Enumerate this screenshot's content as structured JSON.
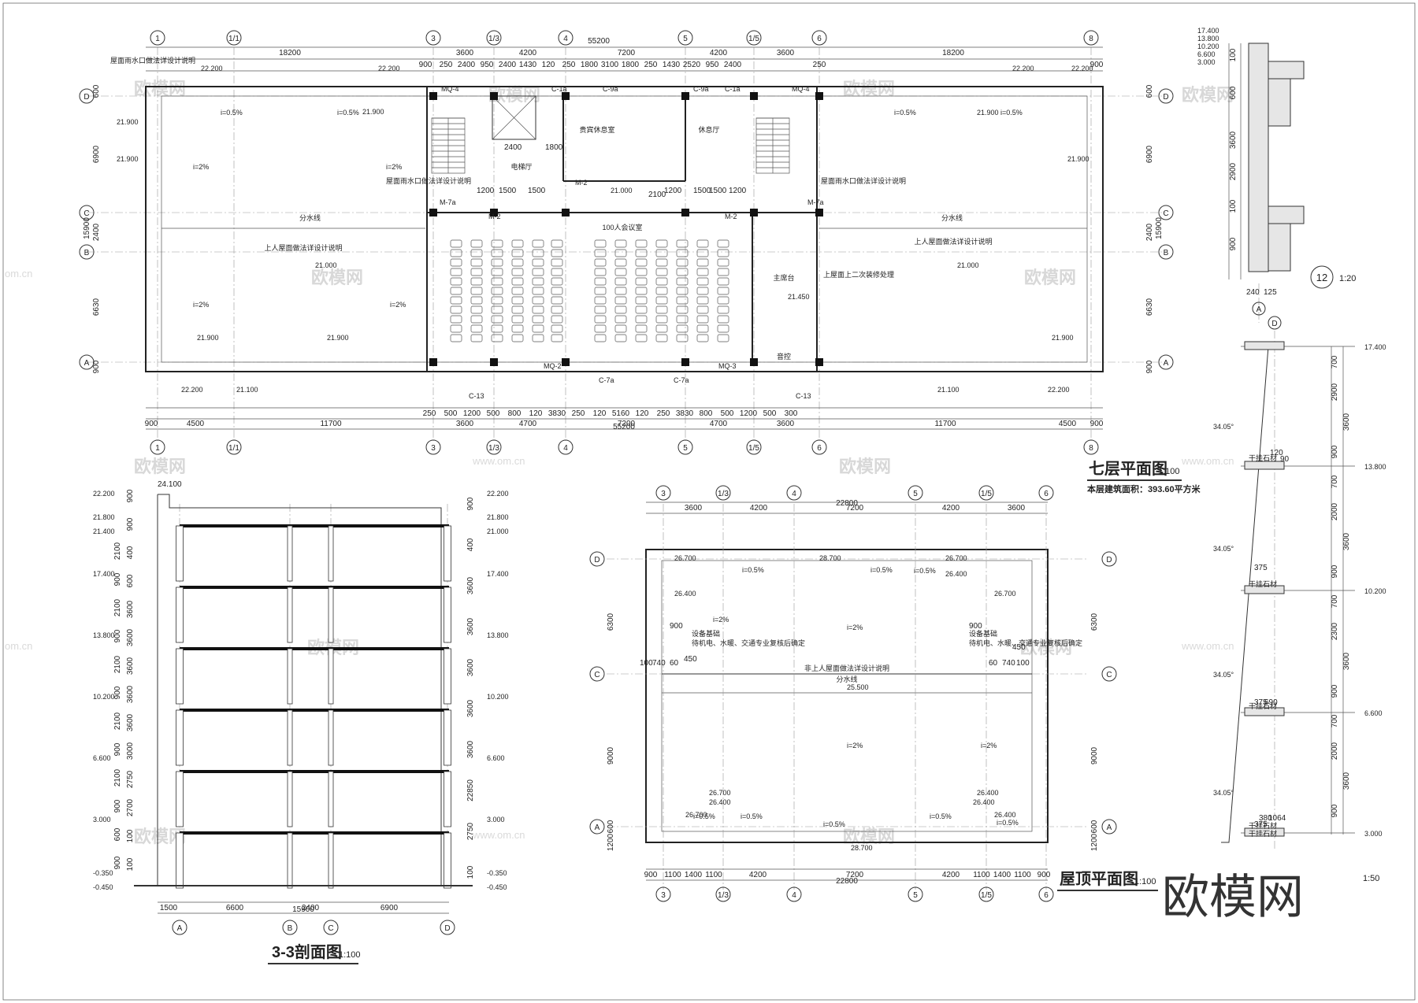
{
  "logo": {
    "text": "欧模网"
  },
  "watermarks": [
    "欧模网",
    "欧模网",
    "欧模网",
    "欧模网",
    "欧模网",
    "欧模网",
    "欧模网",
    "欧模网",
    "欧模网",
    "欧模网",
    "欧模网",
    "欧模网"
  ],
  "watermark_urls": [
    "om.cn",
    "www.om.cn",
    "www.om.cn",
    "www.om.cn",
    "om.cn",
    "www.om.cn"
  ],
  "plan7": {
    "title": "七层平面图",
    "scale": "1:100",
    "area_note": "本层建筑面积：393.60平方米",
    "grid_top": [
      "1",
      "1/1",
      "3",
      "1/3",
      "4",
      "5",
      "1/5",
      "6",
      "8"
    ],
    "grid_side": [
      "D",
      "C",
      "B",
      "A"
    ],
    "dims_top_total": "55200",
    "dims_top": [
      "18200",
      "3600",
      "4200",
      "7200",
      "4200",
      "3600",
      "18200"
    ],
    "dims_top_detail": [
      "900",
      "250",
      "2400",
      "950",
      "2400",
      "1430",
      "120",
      "250",
      "1800",
      "3100",
      "1800",
      "250",
      "1430",
      "2520",
      "950",
      "2400",
      "250",
      "900"
    ],
    "dims_bottom_total": "55200",
    "dims_bottom": [
      "900",
      "4500",
      "11700",
      "3600",
      "4700",
      "7200",
      "4700",
      "3600",
      "11700",
      "4500",
      "900"
    ],
    "dims_bottom_detail": [
      "250",
      "500",
      "1200",
      "500",
      "800",
      "120",
      "3830",
      "250",
      "120",
      "5160",
      "120",
      "250",
      "3830",
      "800",
      "500",
      "1200",
      "500",
      "300"
    ],
    "dims_left": [
      "6900",
      "2400",
      "6630",
      "900",
      "15900",
      "600"
    ],
    "dims_right": [
      "6900",
      "2400",
      "6630",
      "900",
      "15900",
      "600"
    ],
    "rooms": [
      "贵宾休息室",
      "休息厅",
      "电梯厅",
      "100人会议室",
      "主席台",
      "音控",
      "上人屋面做法详设计说明",
      "上人屋面做法详设计说明"
    ],
    "doors": [
      "MQ-4",
      "C-1a",
      "C-9a",
      "C-9a",
      "C-1a",
      "MQ-4",
      "M-2",
      "M-2",
      "M-2",
      "M-7a",
      "M-7a",
      "MQ-2",
      "MQ-3",
      "C-7a",
      "C-7a",
      "C-13",
      "C-13"
    ],
    "elevations": [
      "22.200",
      "22.200",
      "21.900",
      "21.900",
      "21.000",
      "21.000",
      "21.900",
      "21.900",
      "22.200",
      "22.200",
      "21.000",
      "21.450",
      "21.100",
      "21.100",
      "22.200",
      "22.200",
      "21.900",
      "21.900",
      "21.900",
      "21.900"
    ],
    "slopes": [
      "i=0.5%",
      "i=0.5%",
      "i=2%",
      "i=2%",
      "i=2%",
      "i=2%",
      "i=0.5%",
      "i=0.5%"
    ],
    "notes": [
      "屋面雨水口做法详设计说明",
      "屋面雨水口做法详设计说明",
      "屋面雨水口做法详设计说明",
      "分水线",
      "分水线",
      "上屋面上二次装修处理"
    ],
    "inner_dims": [
      "2400",
      "1800",
      "1200",
      "1500",
      "1500",
      "1200",
      "1500",
      "1500",
      "1200",
      "2100"
    ]
  },
  "section33": {
    "title": "3-3剖面图",
    "scale": "1:100",
    "grid_bottom": [
      "A",
      "B",
      "C",
      "D"
    ],
    "dims_bottom_total": "15900",
    "dims_bottom": [
      "1500",
      "6600",
      "2400",
      "6900"
    ],
    "top_mark": "24.100",
    "levels_left": [
      "22.200",
      "21.800",
      "21.400",
      "17.400",
      "13.800",
      "10.200",
      "6.600",
      "3.000",
      "-0.350",
      "-0.450"
    ],
    "levels_right": [
      "22.200",
      "21.800",
      "21.000",
      "17.400",
      "13.800",
      "10.200",
      "6.600",
      "3.000",
      "-0.350",
      "-0.450"
    ],
    "dims_left": [
      "900",
      "900",
      "400",
      "600",
      "3600",
      "3600",
      "3600",
      "3600",
      "3600",
      "3000",
      "2750",
      "2700",
      "100",
      "100"
    ],
    "dims_right": [
      "900",
      "400",
      "3600",
      "3600",
      "3600",
      "3600",
      "3600",
      "22850",
      "2750",
      "100"
    ],
    "story_dims": [
      "2100",
      "900",
      "2100",
      "900",
      "2100",
      "900",
      "2100",
      "900",
      "2100",
      "900",
      "600",
      "900"
    ]
  },
  "roof": {
    "title": "屋顶平面图",
    "scale": "1:100",
    "grid_top": [
      "3",
      "1/3",
      "4",
      "5",
      "1/5",
      "6"
    ],
    "grid_side": [
      "D",
      "C",
      "A"
    ],
    "dims_top_total": "22800",
    "dims_top": [
      "3600",
      "4200",
      "7200",
      "4200",
      "3600"
    ],
    "dims_bottom_total": "22800",
    "dims_bottom": [
      "900",
      "1100",
      "1400",
      "1100",
      "4200",
      "7200",
      "4200",
      "1100",
      "1400",
      "1100",
      "900"
    ],
    "dims_left": [
      "6300",
      "9000",
      "600",
      "1200"
    ],
    "dims_right": [
      "6300",
      "9000",
      "600",
      "1200"
    ],
    "elevations": [
      "26.700",
      "26.400",
      "28.700",
      "26.700",
      "26.400",
      "26.700",
      "26.400",
      "26.400",
      "25.500",
      "26.400",
      "26.700",
      "26.400",
      "26.700",
      "28.700"
    ],
    "notes": [
      "非上人屋面做法详设计说明",
      "分水线",
      "设备基础",
      "设备基础",
      "待机电、水暖、交通专业复核后确定",
      "待机电、水暖、交通专业复核后确定"
    ],
    "slopes": [
      "i=0.5%",
      "i=0.5%",
      "i=0.5%",
      "i=2%",
      "i=2%",
      "i=2%",
      "i=2%",
      "i=0.5%",
      "i=0.5%",
      "i=0.5%",
      "i=0.5%",
      "i=0.5%"
    ],
    "small_dims": [
      "900",
      "900",
      "100",
      "740",
      "60",
      "60",
      "740",
      "100",
      "450",
      "450"
    ]
  },
  "detail12": {
    "number": "12",
    "scale": "1:20",
    "levels": [
      "17.400",
      "13.800",
      "10.200",
      "6.600",
      "3.000"
    ],
    "dims": [
      "100",
      "600",
      "3600",
      "2900",
      "100",
      "900",
      "240",
      "125"
    ],
    "grid": "A"
  },
  "wallsec": {
    "scale": "1:50",
    "grid_top": "D",
    "levels": [
      "17.400",
      "13.800",
      "10.200",
      "6.600",
      "3.000"
    ],
    "dims_right": [
      "700",
      "2900",
      "3600",
      "900",
      "700",
      "2000",
      "3600",
      "900",
      "700",
      "2300",
      "3600",
      "900",
      "700",
      "2000",
      "3600",
      "900"
    ],
    "notes": [
      "干挂石材",
      "干挂石材",
      "干挂石材",
      "干挂石材",
      "干挂石材"
    ],
    "slope_marks": [
      "34.05°",
      "34.05°",
      "34.05°",
      "34.05°"
    ],
    "small_dims": [
      "120",
      "375",
      "375",
      "690",
      "375",
      "380",
      "1064",
      "90"
    ]
  }
}
